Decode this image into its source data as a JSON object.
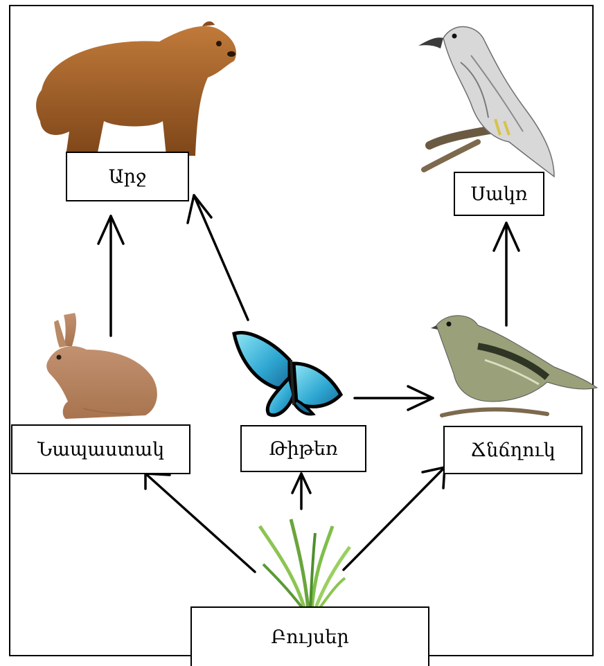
{
  "diagram": {
    "nodes": {
      "bear": "Արջ",
      "hawk": "Սակռ",
      "rabbit": "Նապաստակ",
      "butterfly": "Թիթեռ",
      "bird": "Ճնճղուկ",
      "plants": "Բույսեր"
    },
    "edges": [
      {
        "from": "plants",
        "to": "rabbit"
      },
      {
        "from": "plants",
        "to": "butterfly"
      },
      {
        "from": "plants",
        "to": "bird"
      },
      {
        "from": "rabbit",
        "to": "bear"
      },
      {
        "from": "butterfly",
        "to": "bear"
      },
      {
        "from": "butterfly",
        "to": "bird"
      },
      {
        "from": "bird",
        "to": "hawk"
      }
    ],
    "colors": {
      "bear_fur": "#a8652c",
      "butterfly_wing": "#3fb7d8",
      "grass": "#7fbf4a",
      "rabbit_fur": "#c89a72",
      "hawk_gray": "#8f8f8f",
      "bird_olive": "#7f8a5a"
    }
  }
}
